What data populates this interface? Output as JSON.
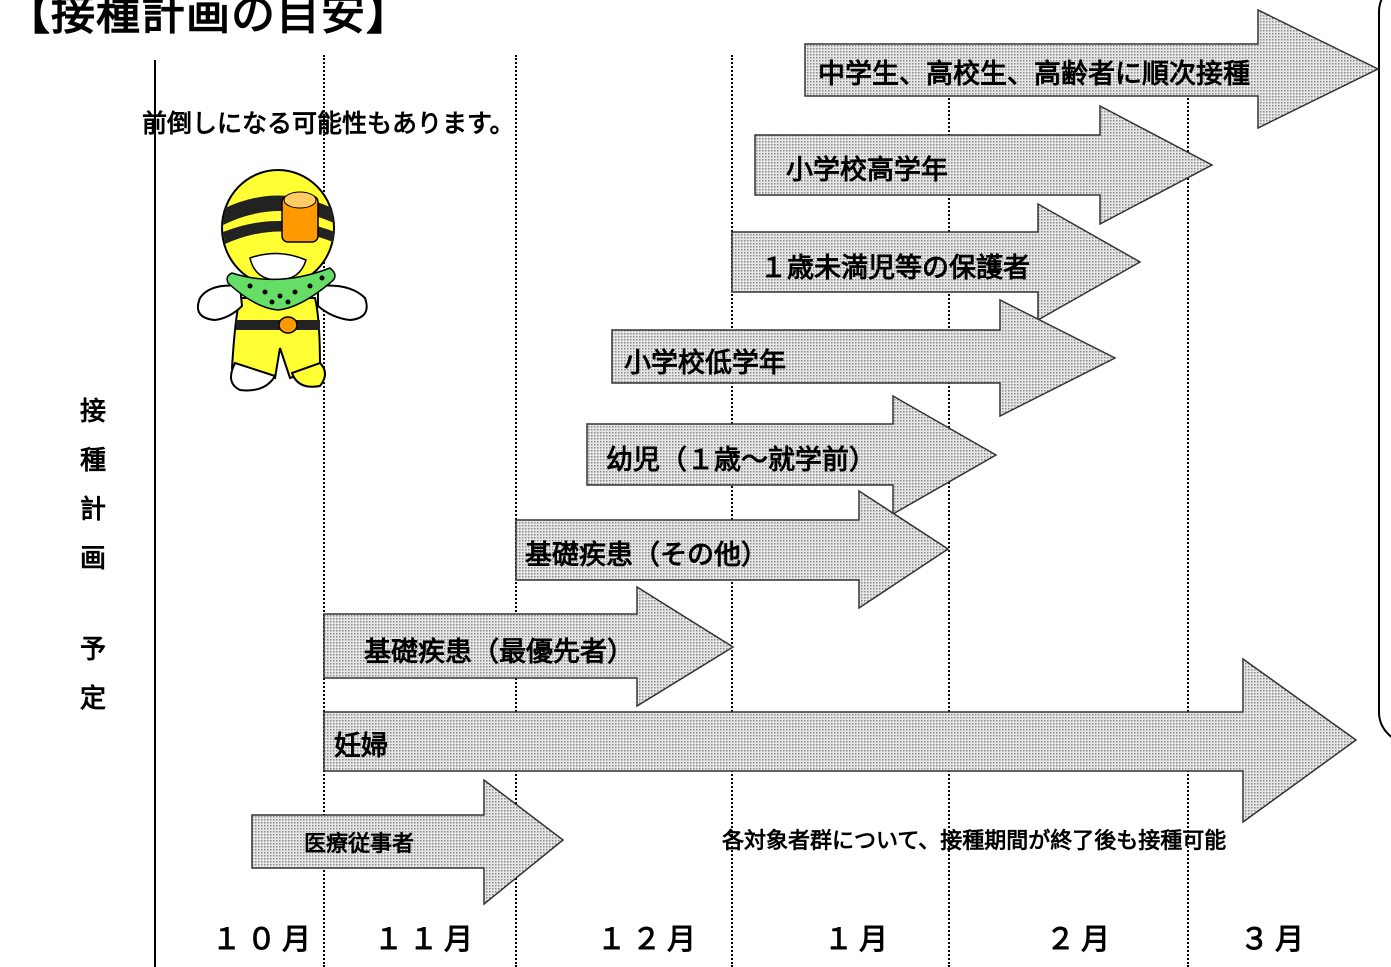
{
  "title": "【接種計画の目安】",
  "subnote": "前倒しになる可能性もあります。",
  "side_label": [
    "接",
    "種",
    "計",
    "画",
    "予",
    "定"
  ],
  "footnote": "各対象者群について、接種期間が終了後も接種可能",
  "months": [
    "１０月",
    "１１月",
    "１２月",
    "１月",
    "２月",
    "３月"
  ],
  "groups": [
    "中学生、高校生、高齢者に順次接種",
    "小学校高学年",
    "１歳未満児等の保護者",
    "小学校低学年",
    "幼児（１歳～就学前）",
    "基礎疾患（その他）",
    "基礎疾患（最優先者）",
    "妊婦",
    "医療従事者"
  ],
  "colors": {
    "arrow_fill": "#c8c8c8",
    "mascot_yellow": "#ffff33",
    "mascot_scarf": "#66dd66"
  }
}
